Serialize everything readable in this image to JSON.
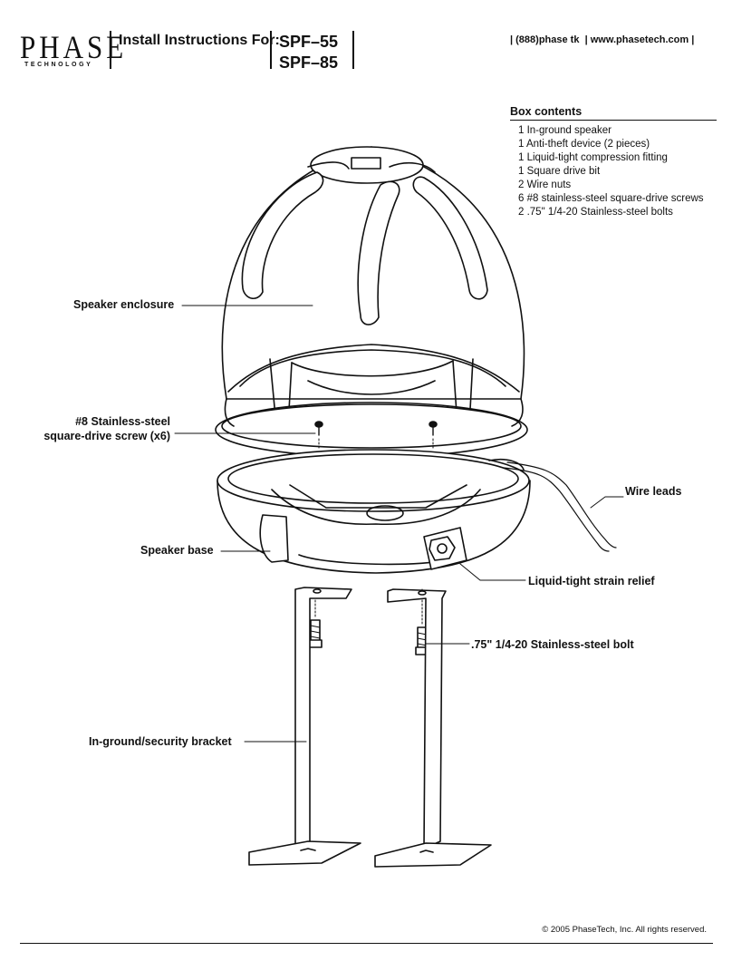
{
  "header": {
    "logo_word": "PHASE",
    "logo_sub": "TECHNOLOGY",
    "install_title": "Install Instructions For:",
    "models": [
      "SPF–55",
      "SPF–85"
    ],
    "phone": "(888)phase tk",
    "website": "www.phasetech.com"
  },
  "box_contents": {
    "title": "Box contents",
    "items": [
      "1 In-ground speaker",
      "1 Anti-theft device (2 pieces)",
      "1 Liquid-tight compression fitting",
      "1 Square drive bit",
      "2 Wire nuts",
      "6 #8 stainless-steel square-drive screws",
      "2 .75\" 1/4-20 Stainless-steel bolts"
    ]
  },
  "callouts": {
    "enclosure": "Speaker enclosure",
    "screw_line1": "#8 Stainless-steel",
    "screw_line2": "square-drive screw (x6)",
    "wire_leads": "Wire leads",
    "base": "Speaker base",
    "strain_relief": "Liquid-tight strain relief",
    "bolt": ".75\" 1/4-20 Stainless-steel bolt",
    "bracket": "In-ground/security bracket"
  },
  "footer": {
    "copyright": "© 2005 PhaseTech, Inc.  All rights reserved."
  }
}
